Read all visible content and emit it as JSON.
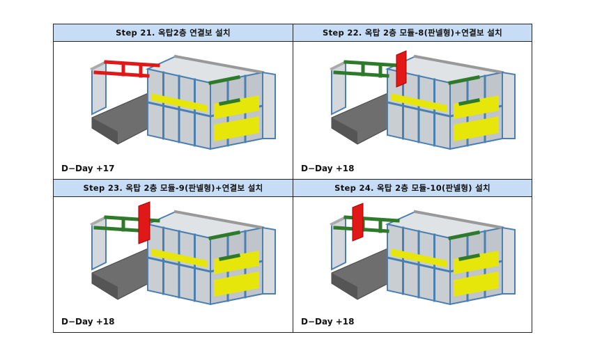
{
  "panels": [
    {
      "title": "Step  21. 옥탑2층  연결보  설치",
      "day": "D−Day +17",
      "highlight": "beam-row"
    },
    {
      "title": "Step  22. 옥탑  2층  모듈-8(판넬형)+연결보  설치",
      "day": "D−Day +18",
      "highlight": "panel-8"
    },
    {
      "title": "Step  23. 옥탑  2층  모듈-9(판넬형)+연결보  설치",
      "day": "D−Day +18",
      "highlight": "panel-9"
    },
    {
      "title": "Step  24. 옥탑  2층  모듈-10(판넬형)  설치",
      "day": "D−Day +18",
      "highlight": "panel-10"
    }
  ],
  "colors": {
    "header_bg": "#c6ddf5",
    "frame_blue": "#4a7fb0",
    "beam_green": "#2f7a2a",
    "beam_red": "#e01818",
    "slab_yellow": "#e6e60a",
    "base_gray": "#6b6b6b"
  }
}
